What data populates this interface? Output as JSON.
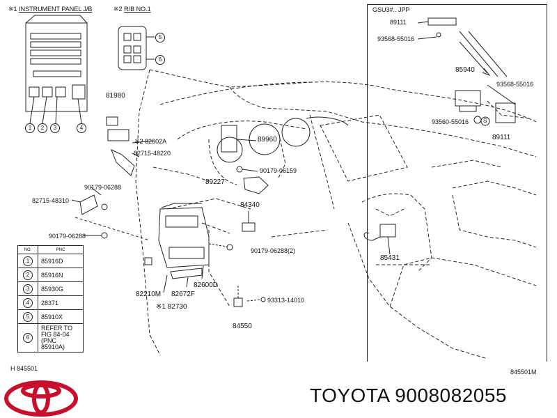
{
  "header": {
    "ref1_mark": "※1",
    "ref1_label": "INSTRUMENT PANEL J/B",
    "ref2_mark": "※2",
    "ref2_label": "R/B NO.1",
    "gsu_label": "GSU3#.. JPP"
  },
  "callouts": {
    "c1": "1",
    "c2": "2",
    "c3": "3",
    "c4": "4",
    "c5": "5",
    "c6": "6"
  },
  "parts": {
    "p89111_top": "89111",
    "p93568_55016_top": "93568-55016",
    "p85940": "85940",
    "p93568_55016_right": "93568-55016",
    "p93560_55016": "93560-55016",
    "p89111_right": "89111",
    "p81980": "81980",
    "p82602A": "※2 82602A",
    "p82715_48220": "82715-48220",
    "p89960": "89960",
    "p90179_06159": "90179-06159",
    "p89227": "89227",
    "p90179_06288_a": "90179-06288",
    "p82715_48310": "82715-48310",
    "p84340": "84340",
    "p90179_06288_b": "90179-06288",
    "p90179_06288_2": "90179-06288(2)",
    "p85431": "85431",
    "p82210M": "82210M",
    "p82600D": "82600D",
    "p82672F": "82672F",
    "p82730": "※1 82730",
    "p93313_14010": "93313-14010",
    "p84550": "84550",
    "s_mark": "S"
  },
  "table": {
    "head_no": "NO.",
    "head_pnc": "PNC",
    "rows": [
      {
        "no": "1",
        "pnc": "85916D"
      },
      {
        "no": "2",
        "pnc": "85916N"
      },
      {
        "no": "3",
        "pnc": "85930G"
      },
      {
        "no": "4",
        "pnc": "28371"
      },
      {
        "no": "5",
        "pnc": "85910X"
      },
      {
        "no": "6",
        "pnc_l1": "REFER TO",
        "pnc_l2": "FIG  84-04",
        "pnc_l3": "(PNC 85910A)"
      }
    ]
  },
  "footer": {
    "left_code": "H  845501",
    "right_code": "845501M",
    "brand_text": "TOYOTA 9008082055"
  },
  "colors": {
    "line": "#222222",
    "logo_red": "#c8102e"
  }
}
